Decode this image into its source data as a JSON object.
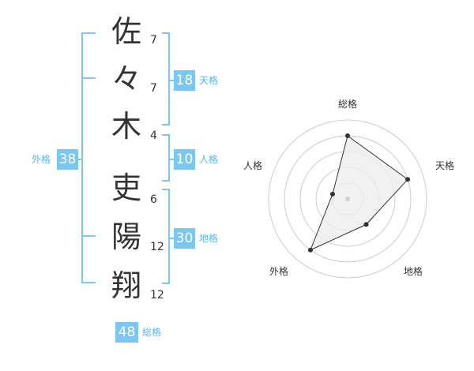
{
  "name": {
    "characters": [
      {
        "char": "佐",
        "strokes": "7"
      },
      {
        "char": "々",
        "strokes": "7"
      },
      {
        "char": "木",
        "strokes": "4"
      },
      {
        "char": "吏",
        "strokes": "6"
      },
      {
        "char": "陽",
        "strokes": "12"
      },
      {
        "char": "翔",
        "strokes": "12"
      }
    ]
  },
  "kaku": {
    "tenkaku": {
      "label": "天格",
      "value": "18"
    },
    "jinkaku": {
      "label": "人格",
      "value": "10"
    },
    "chikaku": {
      "label": "地格",
      "value": "30"
    },
    "gaikaku": {
      "label": "外格",
      "value": "38"
    },
    "soukaku": {
      "label": "総格",
      "value": "48"
    }
  },
  "colors": {
    "accent": "#7cc7f2",
    "accent_text": "#55b8ee",
    "text": "#333333",
    "radar_fill": "#eeeeee",
    "radar_grid": "#cccccc"
  },
  "chart_data": {
    "type": "radar",
    "axes": [
      "総格",
      "天格",
      "地格",
      "外格",
      "人格"
    ],
    "values": [
      4,
      4,
      2,
      4,
      1
    ],
    "max": 5,
    "rings": 5
  }
}
